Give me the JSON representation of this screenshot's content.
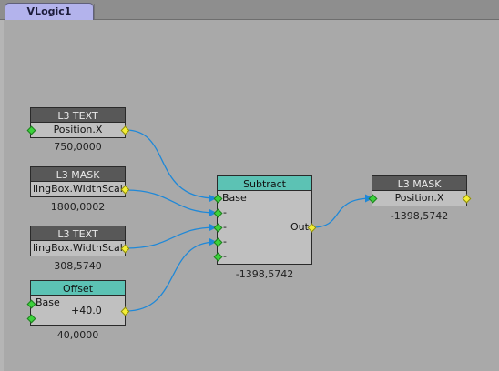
{
  "tab": {
    "label": "VLogic1"
  },
  "nodes": {
    "l3text1": {
      "title": "L3 TEXT",
      "row": "Position.X",
      "value": "750,0000"
    },
    "l3mask1": {
      "title": "L3 MASK",
      "row": "lingBox.WidthScaled",
      "value": "1800,0002"
    },
    "l3text2": {
      "title": "L3 TEXT",
      "row": "lingBox.WidthScaled",
      "value": "308,5740"
    },
    "offset": {
      "title": "Offset",
      "base_label": "Base",
      "amount": "+40.0",
      "value": "40,0000"
    },
    "subtract": {
      "title": "Subtract",
      "base_label": "Base",
      "minus_label": "-",
      "out_label": "Out",
      "value": "-1398,5742"
    },
    "l3mask2": {
      "title": "L3 MASK",
      "row": "Position.X",
      "value": "-1398,5742"
    }
  },
  "colors": {
    "canvas": "#a9a9a9",
    "node_header_dark": "#585858",
    "node_header_teal": "#5cc2b4",
    "node_body": "#c0c0c0",
    "wire": "#1e88d8",
    "tab": "#b3b3ec"
  }
}
